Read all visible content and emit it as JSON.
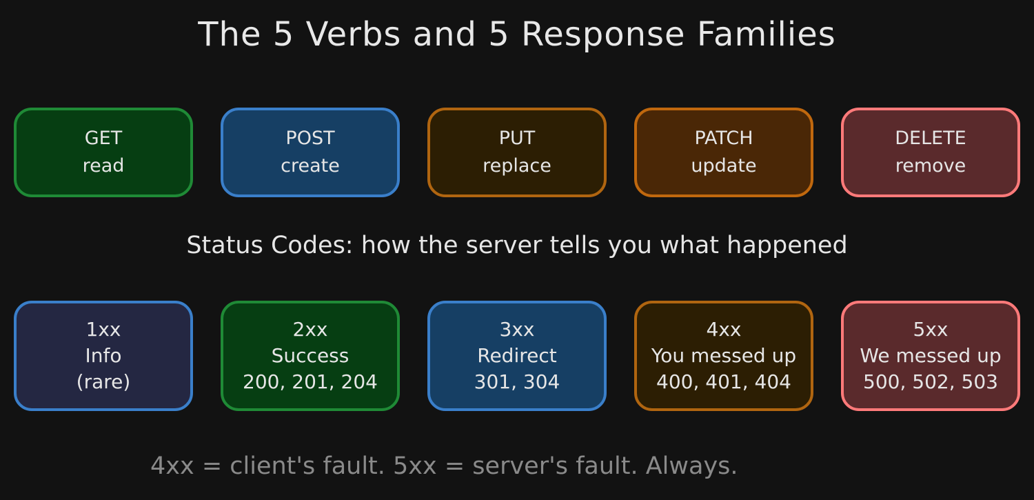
{
  "title": "The 5 Verbs and 5 Response Families",
  "verbs": [
    {
      "verb": "GET",
      "action": "read",
      "fill": "#063e12",
      "stroke": "#1f8a36"
    },
    {
      "verb": "POST",
      "action": "create",
      "fill": "#163f64",
      "stroke": "#3a7fca"
    },
    {
      "verb": "PUT",
      "action": "replace",
      "fill": "#2c1e03",
      "stroke": "#b06510"
    },
    {
      "verb": "PATCH",
      "action": "update",
      "fill": "#4a2706",
      "stroke": "#c0680e"
    },
    {
      "verb": "DELETE",
      "action": "remove",
      "fill": "#5a2a2c",
      "stroke": "#ff7a7a"
    }
  ],
  "status_heading": "Status Codes: how the server tells you what happened",
  "families": [
    {
      "code": "1xx",
      "name": "Info",
      "detail": "(rare)",
      "fill": "#242742",
      "stroke": "#3a7fca"
    },
    {
      "code": "2xx",
      "name": "Success",
      "detail": "200, 201, 204",
      "fill": "#063e12",
      "stroke": "#1f8a36"
    },
    {
      "code": "3xx",
      "name": "Redirect",
      "detail": "301, 304",
      "fill": "#163f64",
      "stroke": "#3a7fca"
    },
    {
      "code": "4xx",
      "name": "You messed up",
      "detail": "400, 401, 404",
      "fill": "#2c1e03",
      "stroke": "#b06510"
    },
    {
      "code": "5xx",
      "name": "We messed up",
      "detail": "500, 502, 503",
      "fill": "#5a2a2c",
      "stroke": "#ff7a7a"
    }
  ],
  "footer": "4xx = client's fault. 5xx = server's fault. Always."
}
